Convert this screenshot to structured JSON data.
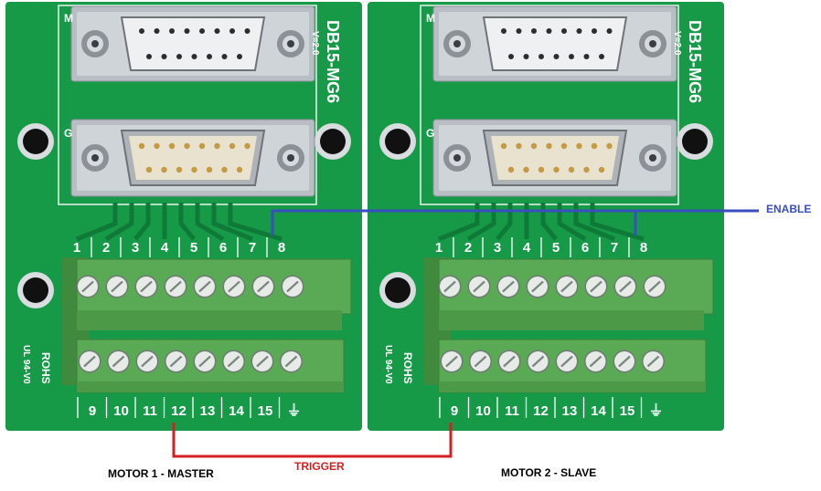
{
  "colors": {
    "pcb": "#169a48",
    "pcb_dark": "#0f7a37",
    "terminal": "#5aa955",
    "enable_wire": "#3a4fbf",
    "trigger_wire": "#d62020"
  },
  "boards": [
    {
      "model": "DB15-MG6",
      "version": "V=2.0",
      "female_letter": "M",
      "male_letter": "G",
      "top_pins": [
        "1",
        "2",
        "3",
        "4",
        "5",
        "6",
        "7",
        "8"
      ],
      "bottom_pins": [
        "9",
        "10",
        "11",
        "12",
        "13",
        "14",
        "15"
      ],
      "ground_symbol": "⏚",
      "marking_rohs": "ROHS",
      "marking_ul": "UL 94-V0",
      "caption": "MOTOR 1 - MASTER"
    },
    {
      "model": "DB15-MG6",
      "version": "V=2.0",
      "female_letter": "M",
      "male_letter": "G",
      "top_pins": [
        "1",
        "2",
        "3",
        "4",
        "5",
        "6",
        "7",
        "8"
      ],
      "bottom_pins": [
        "9",
        "10",
        "11",
        "12",
        "13",
        "14",
        "15"
      ],
      "ground_symbol": "⏚",
      "marking_rohs": "ROHS",
      "marking_ul": "UL 94-V0",
      "caption": "MOTOR 2 - SLAVE"
    }
  ],
  "connections": {
    "enable": {
      "label": "ENABLE",
      "links": [
        "board1 pin 8",
        "board2 pin 8"
      ]
    },
    "trigger": {
      "label": "TRIGGER",
      "links": [
        "board1 pin 12",
        "board2 pin 9"
      ]
    }
  }
}
